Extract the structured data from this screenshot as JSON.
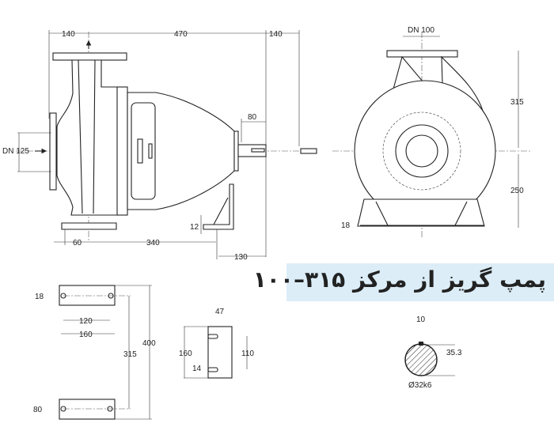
{
  "title": "پمپ گریز از مرکز ۳۱۵–۱۰۰",
  "side_view": {
    "top_left": "140",
    "top_mid": "470",
    "top_right": "140",
    "inlet": "DN 125",
    "shaft_len": "80",
    "foot_h": "12",
    "bot_60": "60",
    "bot_340": "340",
    "bot_130": "130"
  },
  "front_view": {
    "outlet": "DN 100",
    "upper": "315",
    "lower": "250",
    "base": "18"
  },
  "plate_view": {
    "hole": "18",
    "hole_pitch": "120",
    "width": "160",
    "length_inner": "315",
    "length_outer": "400",
    "plate_w": "80"
  },
  "foot_view": {
    "width": "47",
    "height": "160",
    "slot_pitch": "110",
    "slot": "14"
  },
  "shaft_section": {
    "key": "10",
    "height": "35.3",
    "diameter": "Ø32k6"
  }
}
